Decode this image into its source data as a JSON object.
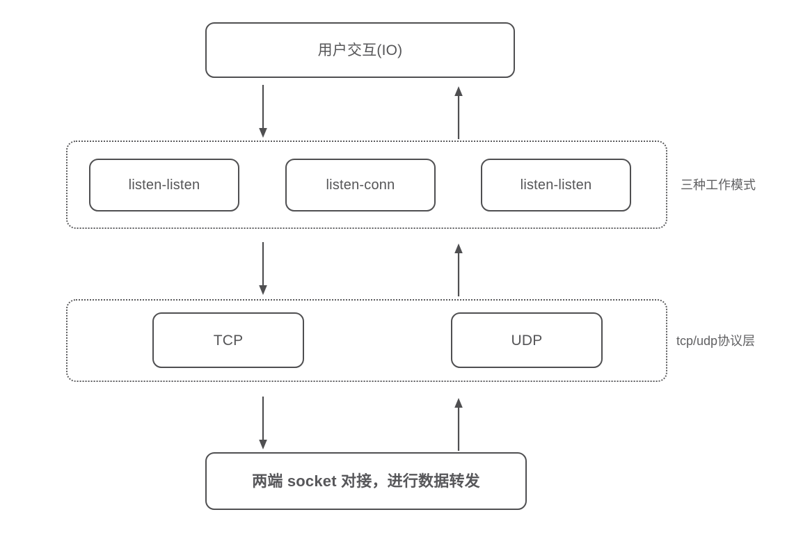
{
  "diagram": {
    "title_box": {
      "label": "用户交互(IO)"
    },
    "mode_group": {
      "side_label": "三种工作模式",
      "nodes": [
        {
          "label": "listen-listen"
        },
        {
          "label": "listen-conn"
        },
        {
          "label": "listen-listen"
        }
      ]
    },
    "protocol_group": {
      "side_label": "tcp/udp协议层",
      "nodes": [
        {
          "label": "TCP"
        },
        {
          "label": "UDP"
        }
      ]
    },
    "bottom_box": {
      "label": "两端 socket 对接，进行数据转发"
    },
    "arrows": [
      {
        "name": "io-to-modes",
        "direction": "down"
      },
      {
        "name": "modes-to-io",
        "direction": "up"
      },
      {
        "name": "modes-to-protocol",
        "direction": "down"
      },
      {
        "name": "protocol-to-modes",
        "direction": "up"
      },
      {
        "name": "protocol-to-socket",
        "direction": "down"
      },
      {
        "name": "socket-to-protocol",
        "direction": "up"
      }
    ],
    "colors": {
      "stroke": "#4f4f51",
      "text": "#555557",
      "dotted": "#5a5a5c",
      "background": "#ffffff"
    }
  }
}
